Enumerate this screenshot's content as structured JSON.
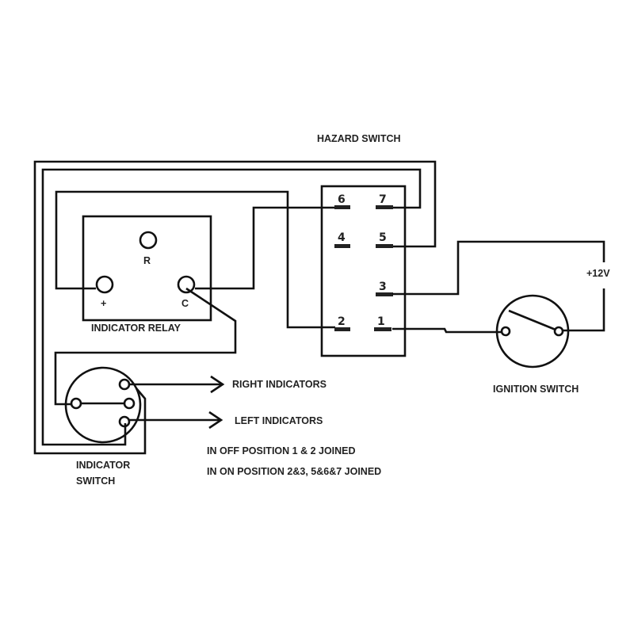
{
  "title": "HAZARD SWITCH",
  "relay": {
    "label": "INDICATOR RELAY",
    "terminals": {
      "r": "R",
      "plus": "+",
      "c": "C"
    }
  },
  "hazard_switch": {
    "pins": [
      "1",
      "2",
      "3",
      "4",
      "5",
      "6",
      "7"
    ]
  },
  "ignition": {
    "label": "IGNITION SWITCH",
    "supply": "+12V"
  },
  "indicator_switch": {
    "label_line1": "INDICATOR",
    "label_line2": "SWITCH"
  },
  "outputs": {
    "right": "RIGHT INDICATORS",
    "left": "LEFT INDICATORS"
  },
  "notes": [
    "IN OFF POSITION 1 & 2 JOINED",
    "IN ON POSITION 2&3, 5&6&7 JOINED"
  ]
}
